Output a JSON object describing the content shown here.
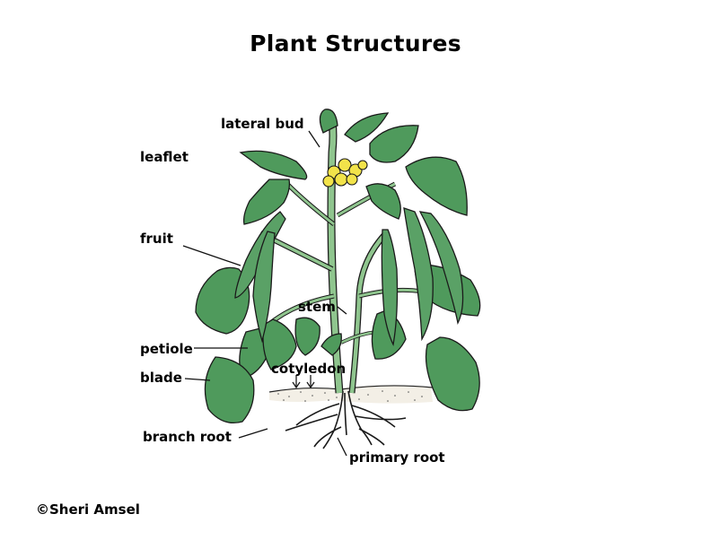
{
  "title": "Plant Structures",
  "labels": {
    "lateral_bud": "lateral bud",
    "leaflet": "leaflet",
    "fruit": "fruit",
    "stem": "stem",
    "petiole": "petiole",
    "blade": "blade",
    "cotyledon": "cotyledon",
    "branch_root": "branch root",
    "primary_root": "primary root"
  },
  "credit": "©Sheri Amsel",
  "colors": {
    "leaf": "#4f9a5c",
    "leaf_dark": "#3e7f4a",
    "stem": "#8fc58e",
    "flower": "#f2e34a",
    "outline": "#1a1a1a"
  }
}
